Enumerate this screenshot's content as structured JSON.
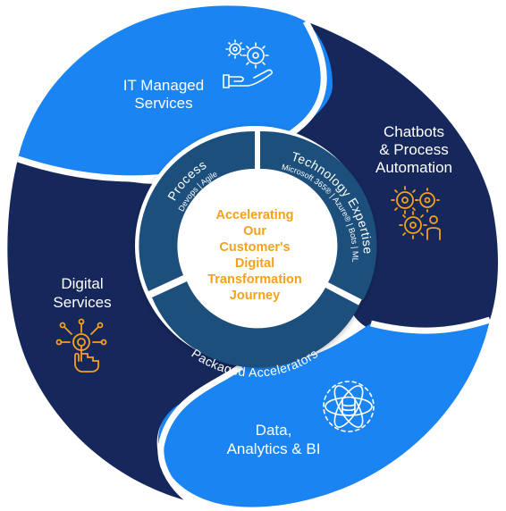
{
  "center": {
    "lines": [
      "Accelerating",
      "Our",
      "Customer's",
      "Digital",
      "Transformation",
      "Journey"
    ]
  },
  "inner_ring": {
    "process": {
      "title": "Process",
      "subtitle": "Devops | Agile"
    },
    "technology": {
      "title": "Technology Expertise",
      "subtitle": "Microsoft 365® | Azure® | Bots | ML"
    },
    "packaged": {
      "title": "Packaged Accelerators"
    }
  },
  "outer_segments": {
    "it_managed": {
      "lines": [
        "IT Managed",
        "Services"
      ],
      "icon": "gears-hand-icon"
    },
    "chatbots": {
      "lines": [
        "Chatbots",
        "& Process",
        "Automation"
      ],
      "icon": "gears-person-icon"
    },
    "data": {
      "lines": [
        "Data,",
        "Analytics & BI"
      ],
      "icon": "database-atom-icon"
    },
    "digital": {
      "lines": [
        "Digital",
        "Services"
      ],
      "icon": "touch-network-icon"
    }
  },
  "colors": {
    "bright_blue": "#1a84f2",
    "navy": "#16275b",
    "ring_blue": "#1f4f7c",
    "accent_orange": "#f5a11c"
  }
}
